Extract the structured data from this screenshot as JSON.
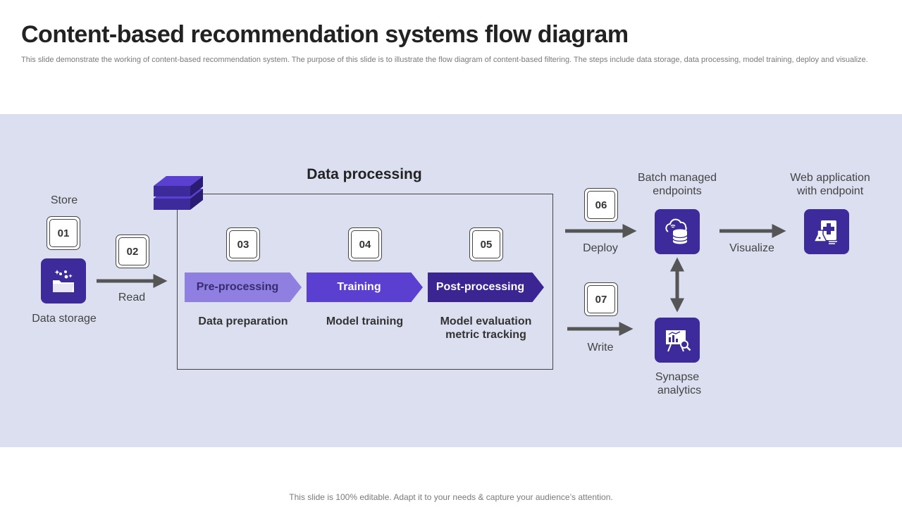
{
  "slide": {
    "title": "Content-based recommendation systems flow diagram",
    "subtitle": "This slide demonstrate the working of content-based recommendation system. The purpose of this slide is to illustrate the flow diagram of content-based filtering. The steps include data storage, data processing, model training, deploy and visualize.",
    "footer": "This slide is 100% editable. Adapt it to your needs & capture your audience’s attention."
  },
  "colors": {
    "band": "#dcdff0",
    "icon_bg": "#3d2a9b",
    "chevron_1": "#8f7fe0",
    "chevron_2": "#5a3fd0",
    "chevron_3": "#3a2593",
    "arrow": "#555555"
  },
  "diagram": {
    "processing_title": "Data processing",
    "steps": {
      "s01": {
        "number": "01",
        "top_label": "Store",
        "bottom_label": "Data storage",
        "icon": "folder-icon"
      },
      "s02": {
        "number": "02",
        "label": "Read"
      },
      "s03": {
        "number": "03",
        "chevron": "Pre-processing",
        "caption": "Data preparation"
      },
      "s04": {
        "number": "04",
        "chevron": "Training",
        "caption": "Model training"
      },
      "s05": {
        "number": "05",
        "chevron": "Post-processing",
        "caption_line1": "Model evaluation",
        "caption_line2": "metric tracking"
      },
      "s06": {
        "number": "06",
        "label": "Deploy"
      },
      "s07": {
        "number": "07",
        "label": "Write"
      }
    },
    "endpoints": {
      "batch_line1": "Batch managed",
      "batch_line2": "endpoints",
      "batch_icon": "cloud-database-icon",
      "visualize": "Visualize",
      "web_line1": "Web application",
      "web_line2": "with endpoint",
      "web_icon": "medical-report-icon",
      "synapse_line1": "Synapse",
      "synapse_line2": "analytics",
      "synapse_icon": "analytics-board-icon"
    }
  }
}
